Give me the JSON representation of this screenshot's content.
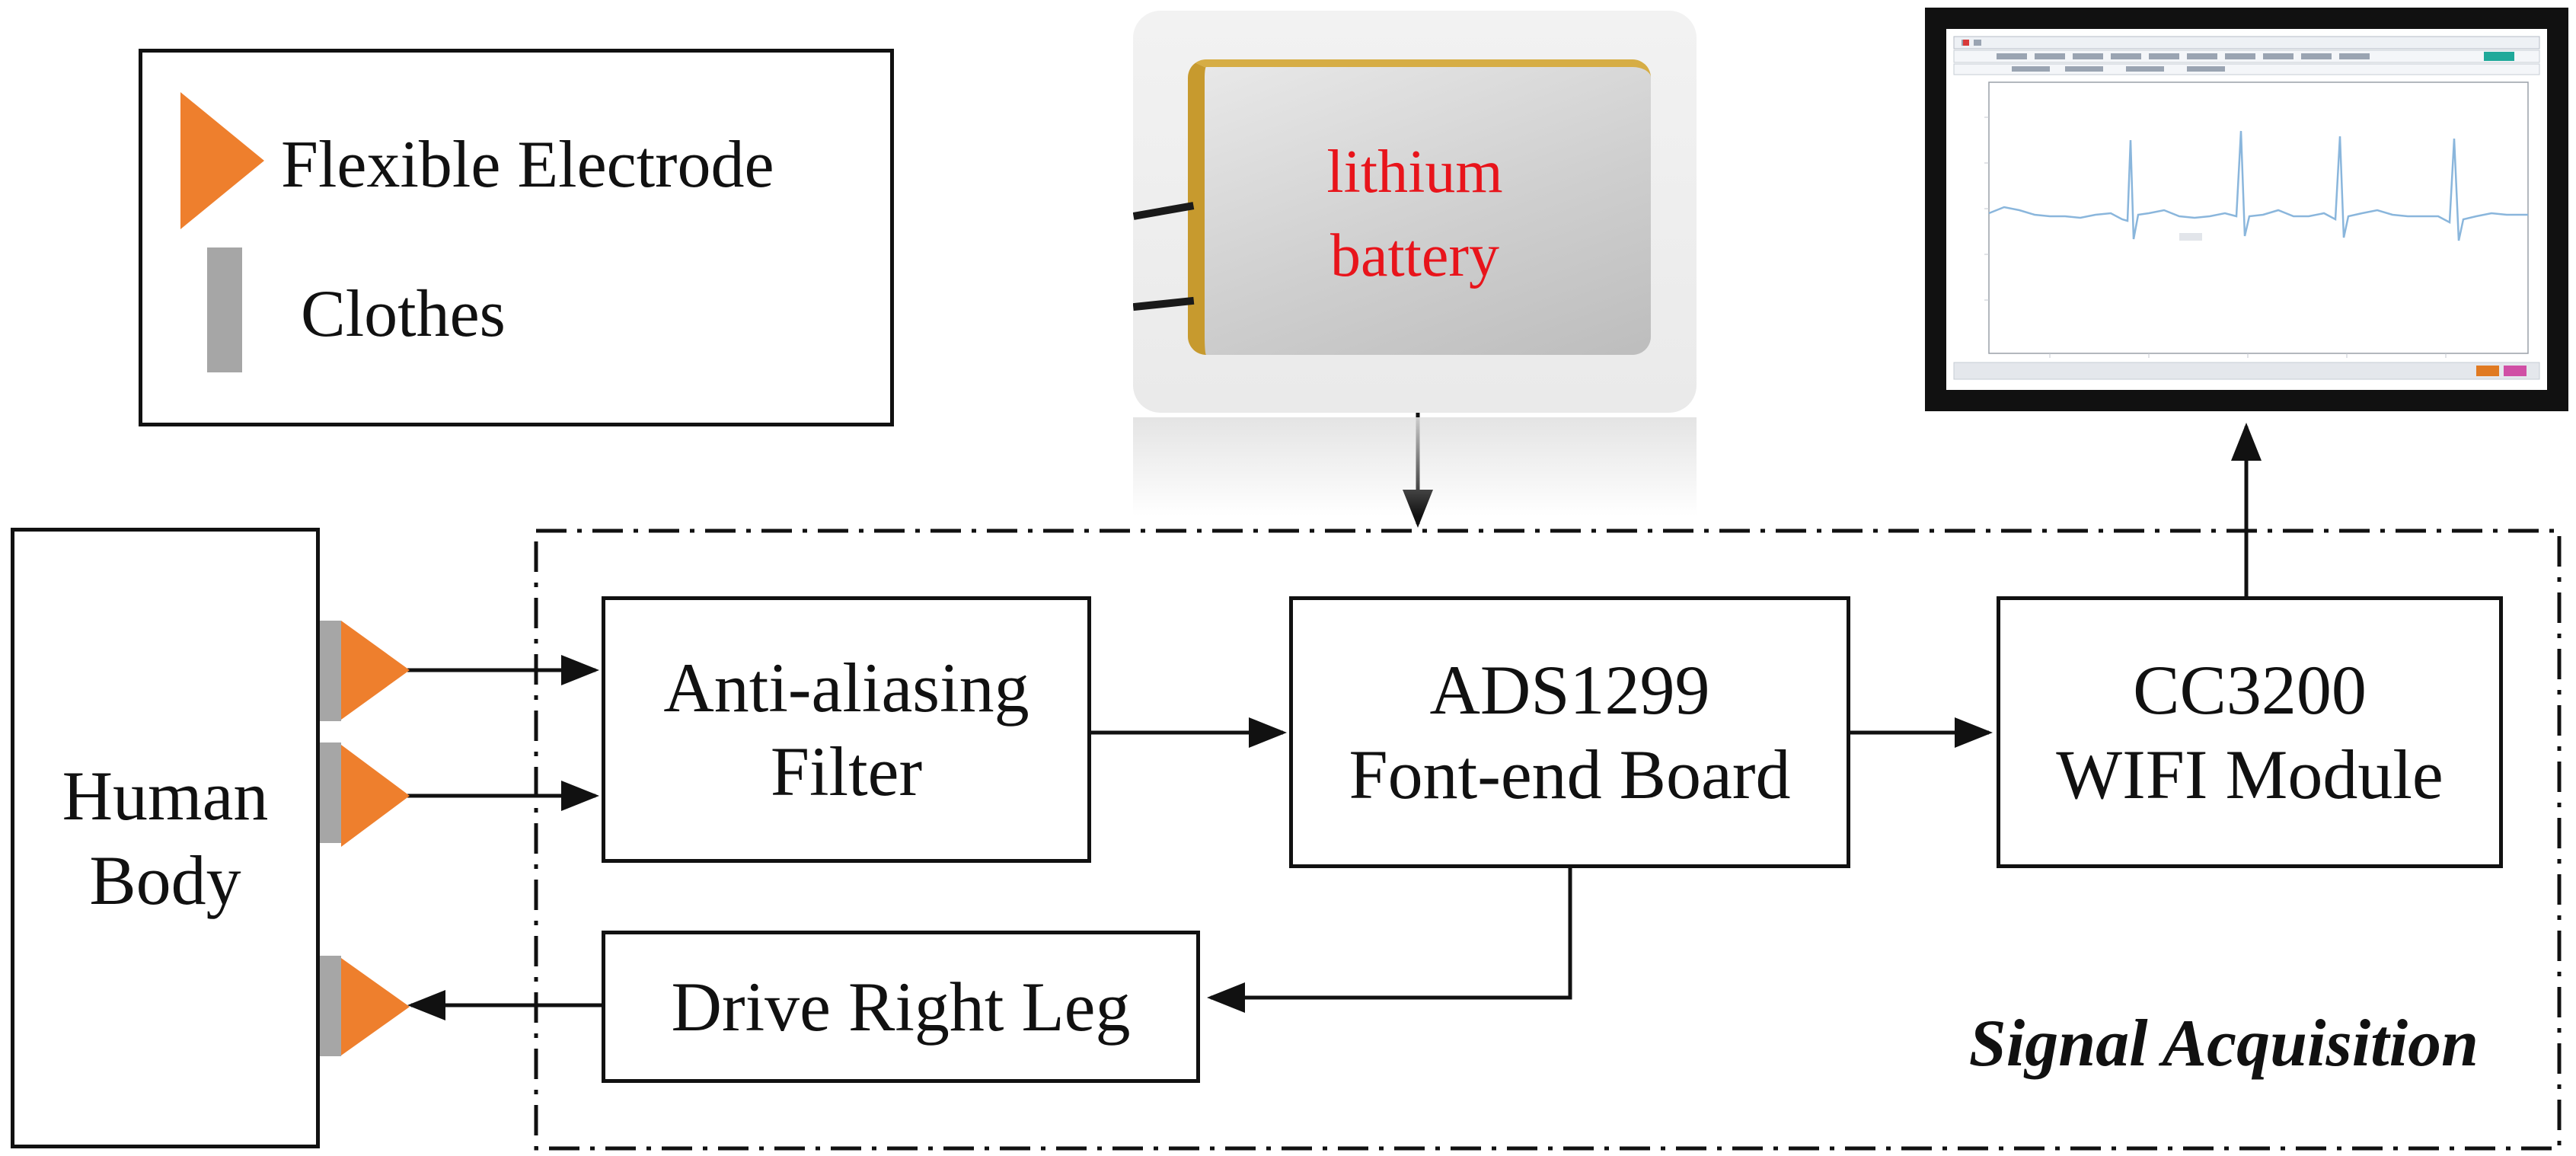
{
  "legend": {
    "electrode_label": "Flexible Electrode",
    "clothes_label": "Clothes"
  },
  "battery": {
    "line1": "lithium",
    "line2": "battery"
  },
  "blocks": {
    "human_body": [
      "Human",
      "Body"
    ],
    "anti_aliasing": [
      "Anti-aliasing",
      "Filter"
    ],
    "ads1299": [
      "ADS1299",
      "Font-end Board"
    ],
    "cc3200": [
      "CC3200",
      "WIFI Module"
    ],
    "drl": "Drive Right Leg"
  },
  "signal_acquisition_label": "Signal Acquisition",
  "colors": {
    "electrode": "#ee7f2d",
    "clothes": "#a6a6a6",
    "battery_text": "#e8141b",
    "ecg_trace": "#8ab6dc"
  }
}
